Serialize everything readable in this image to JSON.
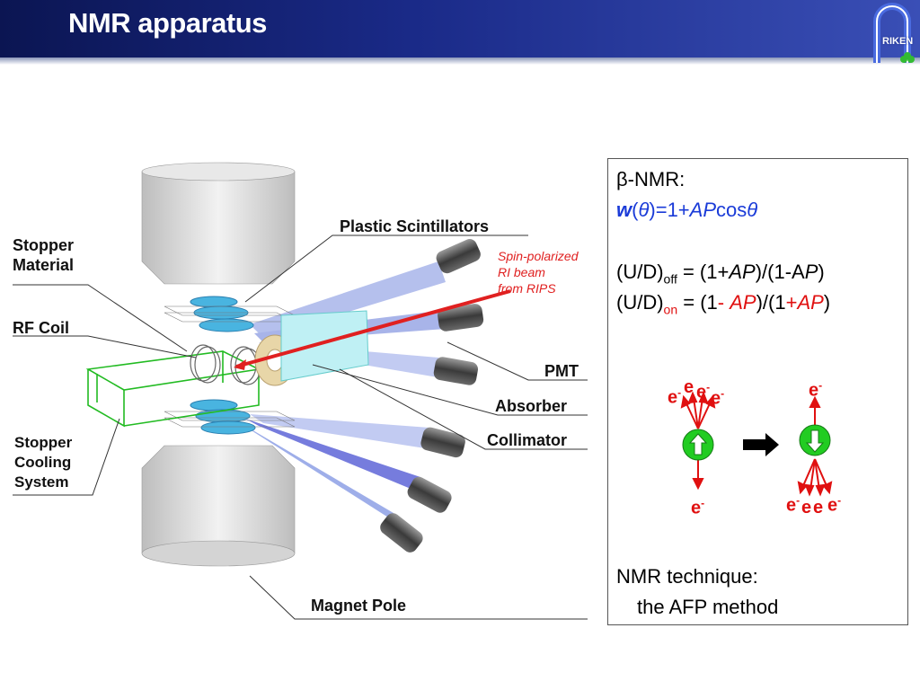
{
  "slide": {
    "title": "NMR apparatus",
    "logo_text": "RIKEN"
  },
  "figure": {
    "labels": {
      "stopper_material": "Stopper\nMaterial",
      "rf_coil": "RF Coil",
      "stopper_cooling": "Stopper\nCooling\nSystem",
      "plastic_scintillators": "Plastic Scintillators",
      "beam": "Spin-polarized\nRI beam\nfrom RIPS",
      "pmt": "PMT",
      "absorber": "Absorber",
      "collimator": "Collimator",
      "magnet_pole": "Magnet Pole"
    }
  },
  "panel": {
    "heading": "β-NMR:",
    "formula": {
      "w": "w",
      "p1": "(",
      "theta1": "θ",
      "p2": ")=1+",
      "AP": "AP",
      "cos": "cos",
      "theta2": "θ"
    },
    "off_line": {
      "ud": "(U/D)",
      "sub": "off",
      "eq": " = (1+",
      "ap1": "AP",
      "mid": ")/(1-A",
      "p": "P",
      "close": ")"
    },
    "on_line": {
      "ud": "(U/D)",
      "sub": "on",
      "eq": " = (1",
      "minus": "- ",
      "ap1": "AP",
      "mid": ")/(1",
      "plus": "+",
      "ap2": "AP",
      "close": ")"
    },
    "electron": "e",
    "electron_sup": "-",
    "technique": "NMR technique:",
    "method": "the AFP method"
  },
  "colors": {
    "header": "#1a2a88",
    "formula_blue": "#1a3bd8",
    "accent_red": "#e01010",
    "spin_green": "#22cc22"
  }
}
